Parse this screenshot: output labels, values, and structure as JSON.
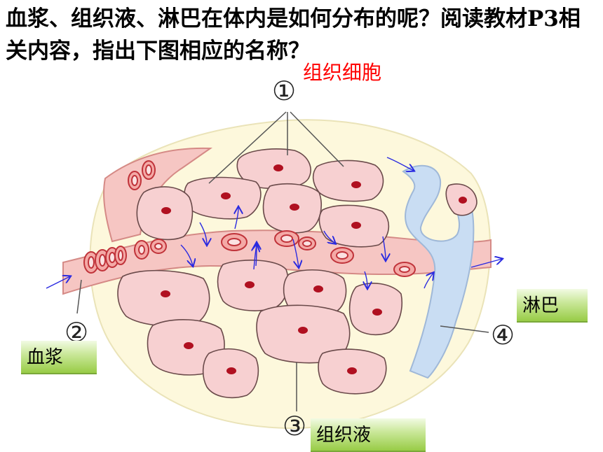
{
  "title": "血浆、组织液、淋巴在体内是如何分布的呢？阅读教材P3相关内容，指出下图相应的名称？",
  "labels": {
    "cell": "组织细胞",
    "plasma": "血浆",
    "tissue_fluid": "组织液",
    "lymph": "淋巴"
  },
  "markers": [
    "①",
    "②",
    "③",
    "④"
  ],
  "colors": {
    "background": "#fdf8dc",
    "blood_vessel": "#f6c6c3",
    "lymph_vessel": "#c9ddf3",
    "cell": "#f7d0d1",
    "nucleus": "#b01020",
    "rbc": "#f4a9a6",
    "arrow": "#2a2ae0",
    "title_red": "#ff0000"
  }
}
